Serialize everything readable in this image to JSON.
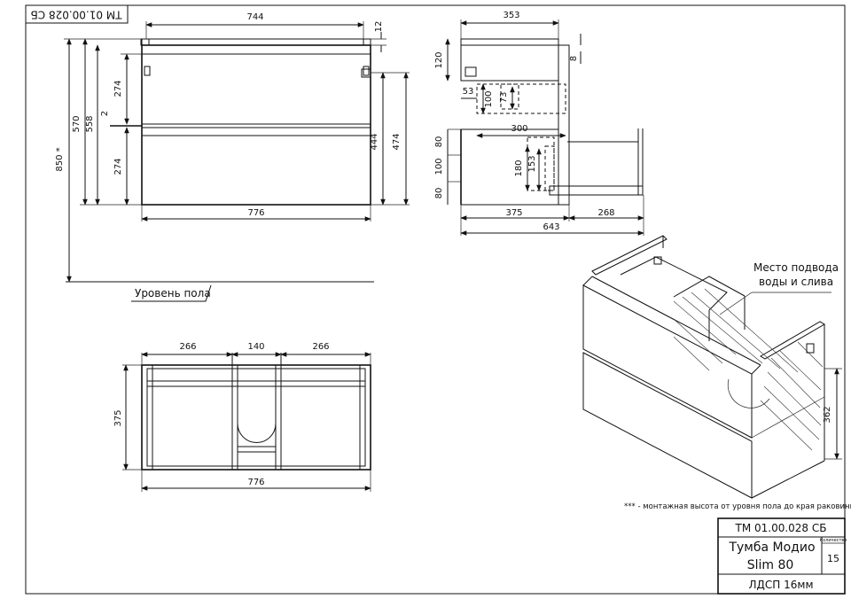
{
  "stamp_code_rotated": "ТМ 01.00.028 СБ",
  "front_view": {
    "width_top": "744",
    "top_thickness": "12",
    "drawer_h1": "274",
    "gap": "2",
    "drawer_h2": "274",
    "total_570": "570",
    "total_558": "558",
    "height_850": "850 *",
    "right_444": "444",
    "right_474": "474",
    "width_bottom": "776"
  },
  "floor_label": "Уровень пола",
  "side_view": {
    "depth_353": "353",
    "top_120": "120",
    "small_8": "8",
    "dim_53": "53",
    "dim_100": "100",
    "dim_73": "73",
    "dim_300": "300",
    "dim_80a": "80",
    "dim_100b": "100",
    "dim_80b": "80",
    "dim_180": "180",
    "dim_153": "153",
    "dim_375": "375",
    "dim_268": "268",
    "dim_643": "643"
  },
  "top_view": {
    "left_266": "266",
    "mid_140": "140",
    "right_266": "266",
    "depth_375": "375",
    "width_776": "776"
  },
  "iso_view": {
    "callout_line1": "Место подвода",
    "callout_line2": "воды и слива",
    "height_362": "362"
  },
  "footnote": "*** - монтажная высота от уровня пола до края раковины",
  "title_block": {
    "code": "ТМ 01.00.028 СБ",
    "name_line1": "Тумба Модио",
    "name_line2": "Slim 80",
    "qty_header": "Количество",
    "qty": "15",
    "material": "ЛДСП 16мм"
  }
}
